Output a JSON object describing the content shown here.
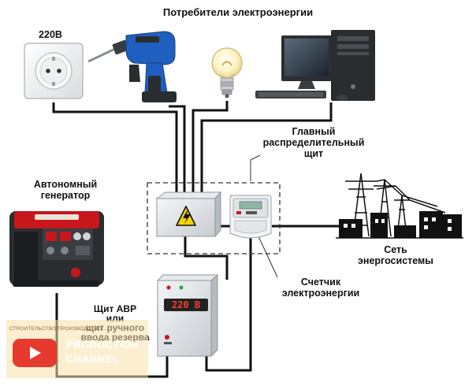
{
  "title": "Потребители электроэнергии",
  "socket_label": "220В",
  "generator_label": "Автономный\nгенератор",
  "main_board_label": "Главный\nраспределительный\nщит",
  "grid_label": "Сеть\nэнергосистемы",
  "meter_label": "Счетчик\nэлектроэнергии",
  "abr_label": "Щит АВР\nили\nщит ручного\nввода резерва",
  "abr_display": "220 В",
  "watermark": {
    "small": "СТРОИТЕЛЬСТВО ПРОИЗВОДСТВО ...",
    "line1": "PRODUCTION",
    "line2": "CHANNEL"
  },
  "colors": {
    "wire": "#111111",
    "dash": "#333333",
    "warning_yellow": "#f5d20a",
    "generator_red": "#c8161d",
    "watermark_red": "#e73a2f"
  },
  "icons": [
    "socket-icon",
    "drill-icon",
    "lightbulb-icon",
    "computer-icon",
    "generator-icon",
    "distribution-board-icon",
    "warning-icon",
    "electricity-meter-icon",
    "power-grid-icon",
    "abr-panel-icon",
    "youtube-icon"
  ]
}
